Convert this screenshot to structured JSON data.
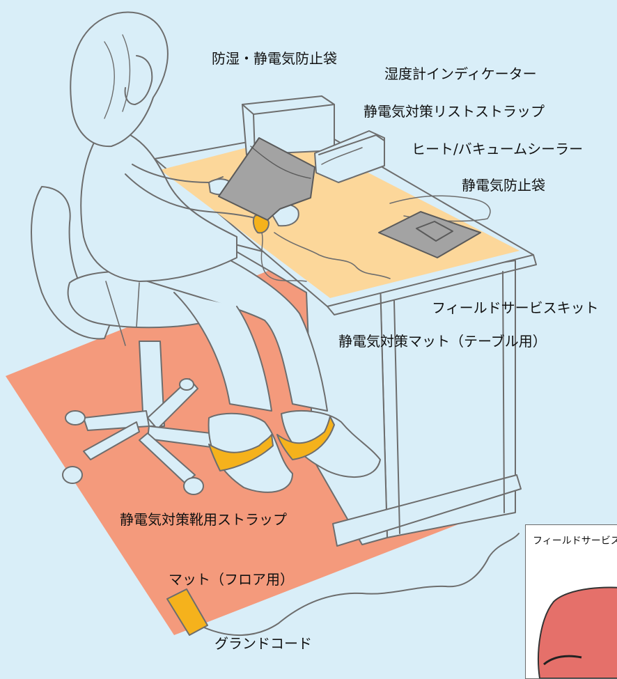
{
  "labels": {
    "moisture_barrier_bag": "防湿・静電気防止袋",
    "humidity_indicator": "湿度計インディケーター",
    "wrist_strap": "静電気対策リストストラップ",
    "heat_vacuum_sealer": "ヒート/バキュームシーラー",
    "antistatic_bag": "静電気防止袋",
    "field_service_kit": "フィールドサービスキット",
    "table_mat": "静電気対策マット（テーブル用）",
    "shoe_strap": "静電気対策靴用ストラップ",
    "floor_mat": "マット（フロア用）",
    "ground_cord": "グランドコード"
  },
  "inset": {
    "caption": "フィールドサービスキット"
  },
  "colors": {
    "background": "#d9eef8",
    "table_mat": "#fcd79a",
    "floor_mat": "#f49a7c",
    "strap": "#f5b21c",
    "bag_gray": "#a3a3a3",
    "line": "#6d6d6d",
    "kit_red": "#e5706a"
  }
}
